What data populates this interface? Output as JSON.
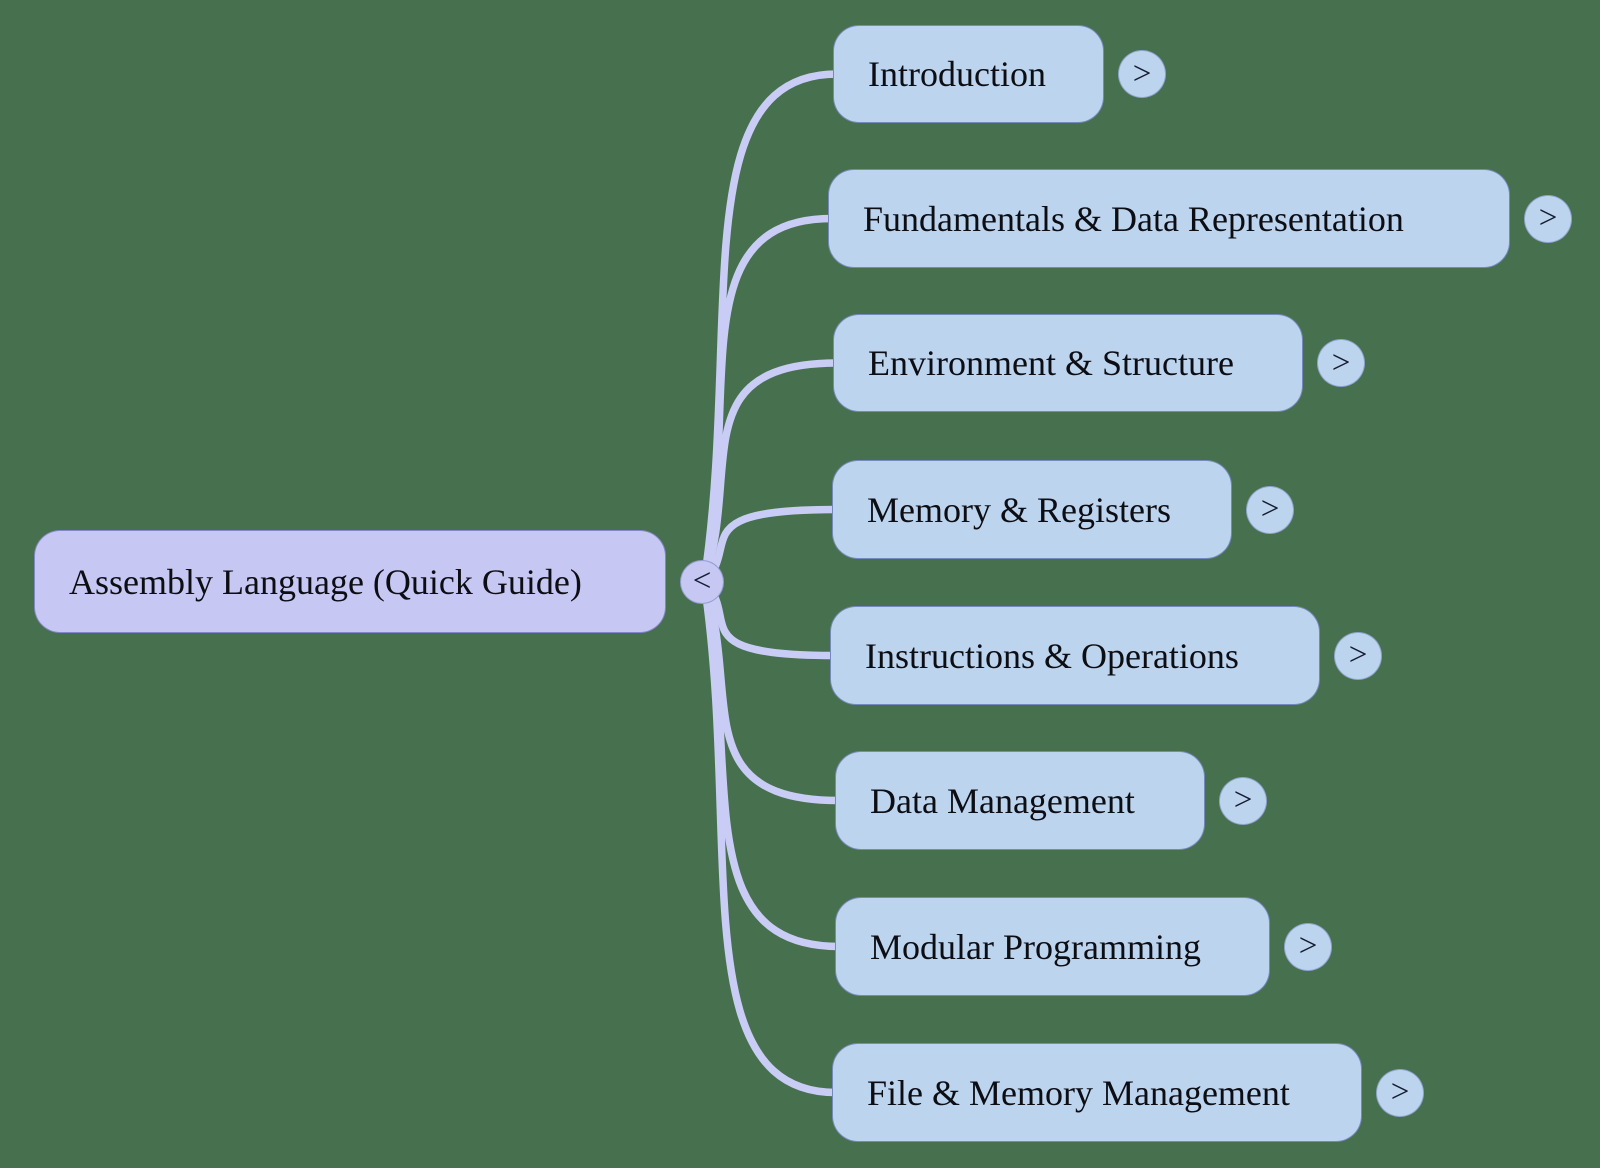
{
  "canvas": {
    "background_color": "#47714e"
  },
  "mindmap": {
    "root": {
      "label": "Assembly Language (Quick Guide)",
      "collapse_icon": "<",
      "fill": "#c6c8f3"
    },
    "child_fill": "#bdd4ee",
    "connector_color": "#c9cdf5",
    "children": [
      {
        "label": "Introduction",
        "expand_icon": ">"
      },
      {
        "label": "Fundamentals & Data Representation",
        "expand_icon": ">"
      },
      {
        "label": "Environment & Structure",
        "expand_icon": ">"
      },
      {
        "label": "Memory & Registers",
        "expand_icon": ">"
      },
      {
        "label": "Instructions & Operations",
        "expand_icon": ">"
      },
      {
        "label": "Data Management",
        "expand_icon": ">"
      },
      {
        "label": "Modular Programming",
        "expand_icon": ">"
      },
      {
        "label": "File & Memory Management",
        "expand_icon": ">"
      }
    ]
  }
}
